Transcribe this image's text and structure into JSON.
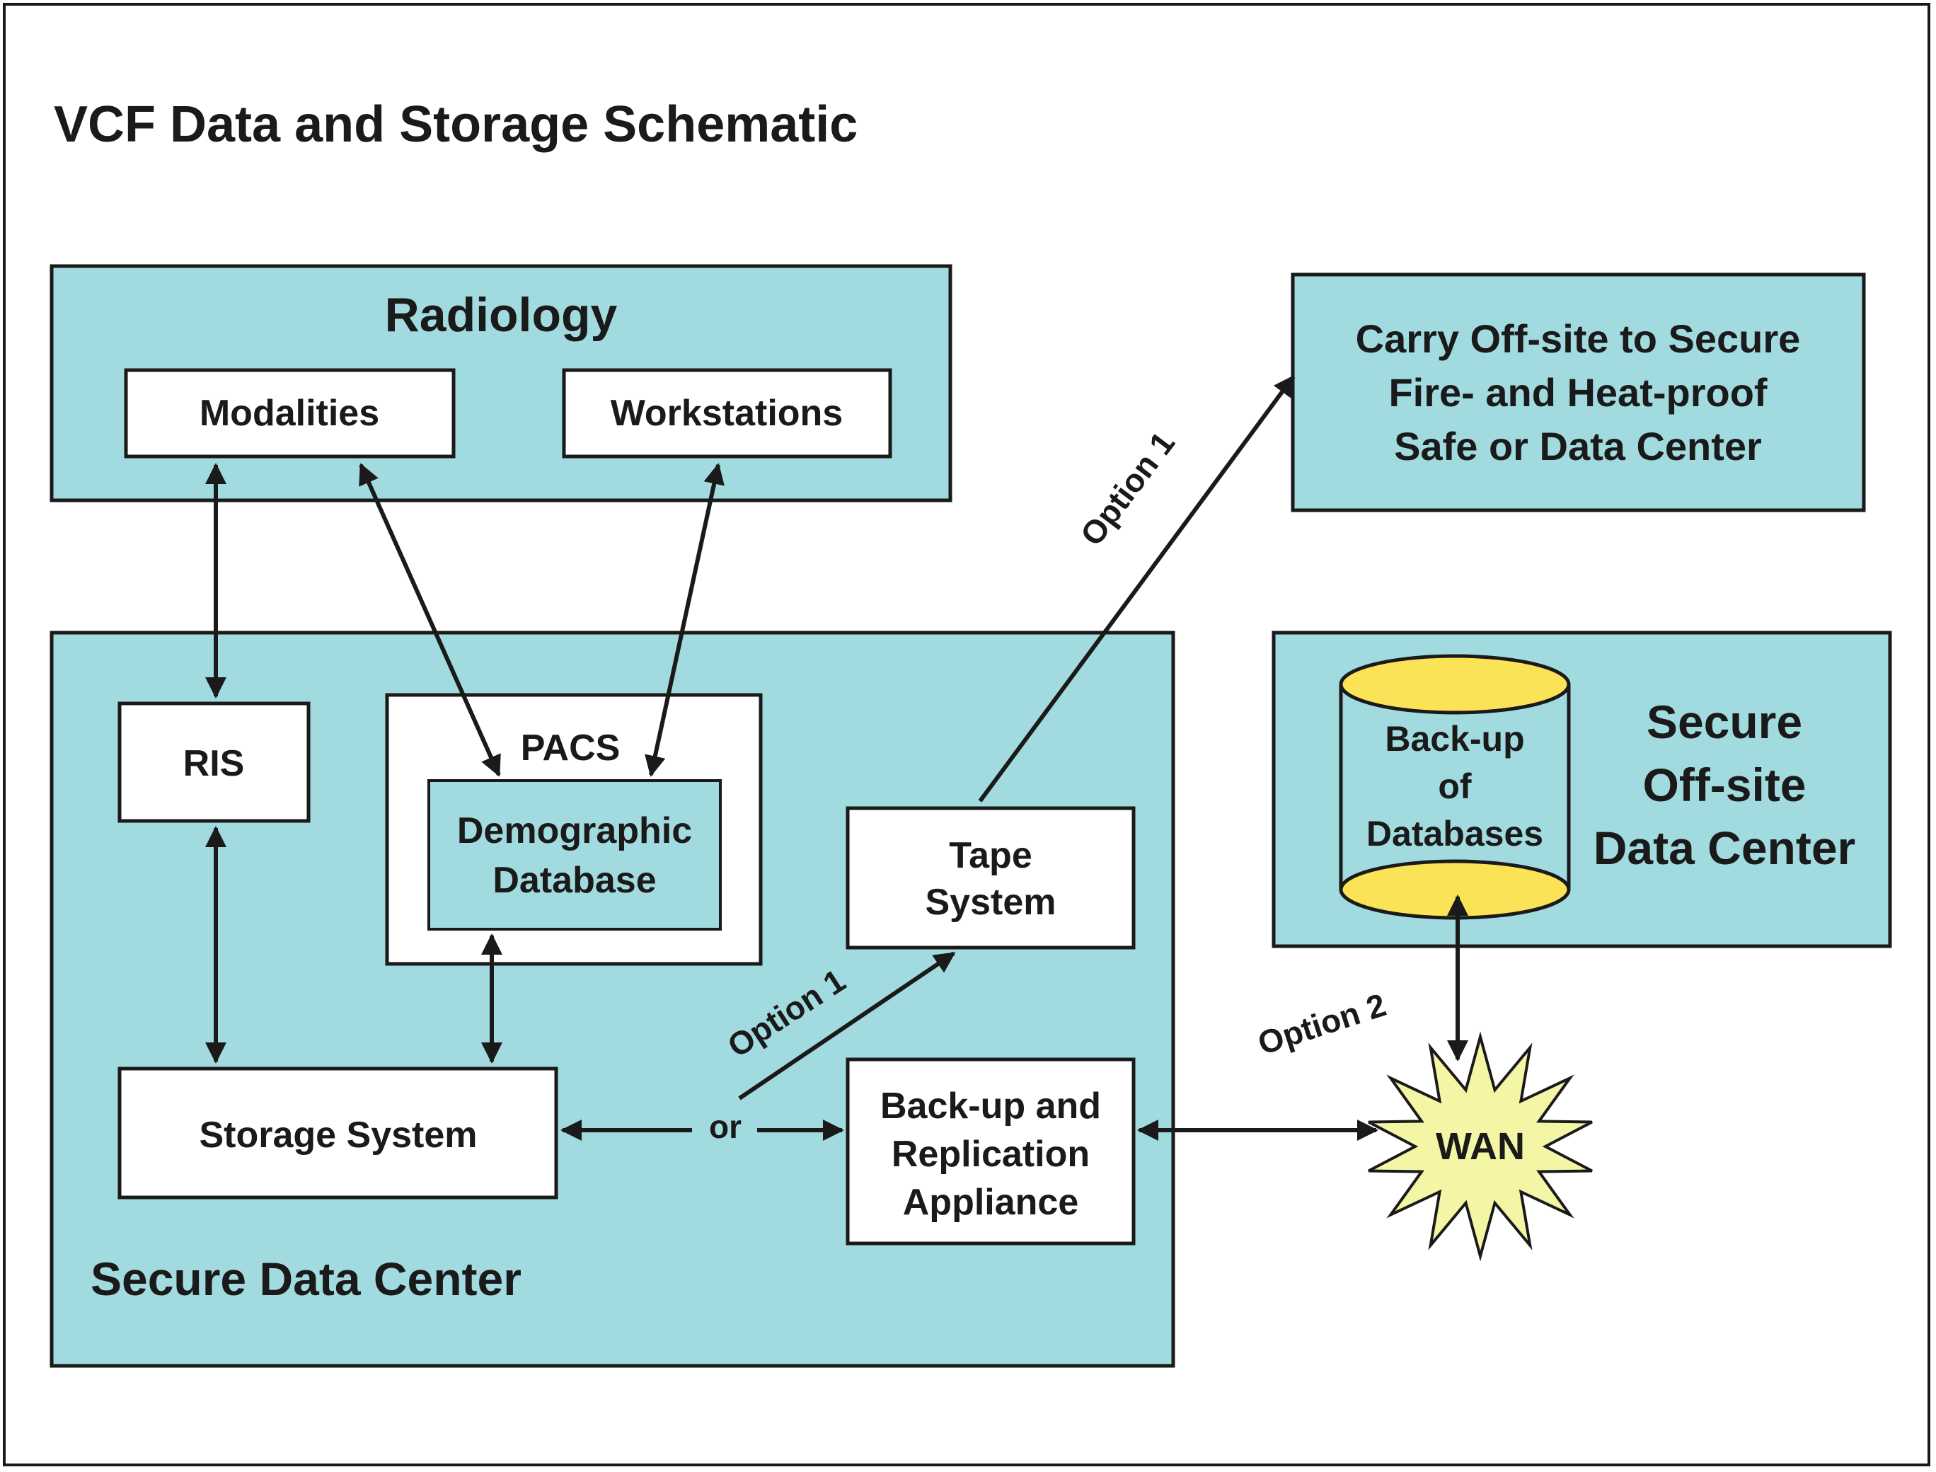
{
  "title": "VCF Data and Storage Schematic",
  "colors": {
    "teal": "#a2dbdf",
    "white": "#ffffff",
    "ink": "#1a1a1a",
    "cylinder_yellow": "#fae356",
    "starburst_fill": "#f5f5a6"
  },
  "radiology": {
    "label": "Radiology",
    "modalities": "Modalities",
    "workstations": "Workstations"
  },
  "offsite_safe": {
    "line1": "Carry Off-site to Secure",
    "line2": "Fire- and Heat-proof",
    "line3": "Safe or Data Center"
  },
  "secure_data_center": {
    "label": "Secure Data Center",
    "ris": "RIS",
    "pacs": "PACS",
    "demographic_line1": "Demographic",
    "demographic_line2": "Database",
    "tape_line1": "Tape",
    "tape_line2": "System",
    "storage": "Storage System",
    "or_label": "or",
    "backup_line1": "Back-up and",
    "backup_line2": "Replication",
    "backup_line3": "Appliance"
  },
  "offsite_center": {
    "line1": "Secure",
    "line2": "Off-site",
    "line3": "Data Center",
    "cyl_line1": "Back-up",
    "cyl_line2": "of",
    "cyl_line3": "Databases"
  },
  "wan": "WAN",
  "option1_upper": "Option 1",
  "option1_lower": "Option 1",
  "option2": "Option 2"
}
